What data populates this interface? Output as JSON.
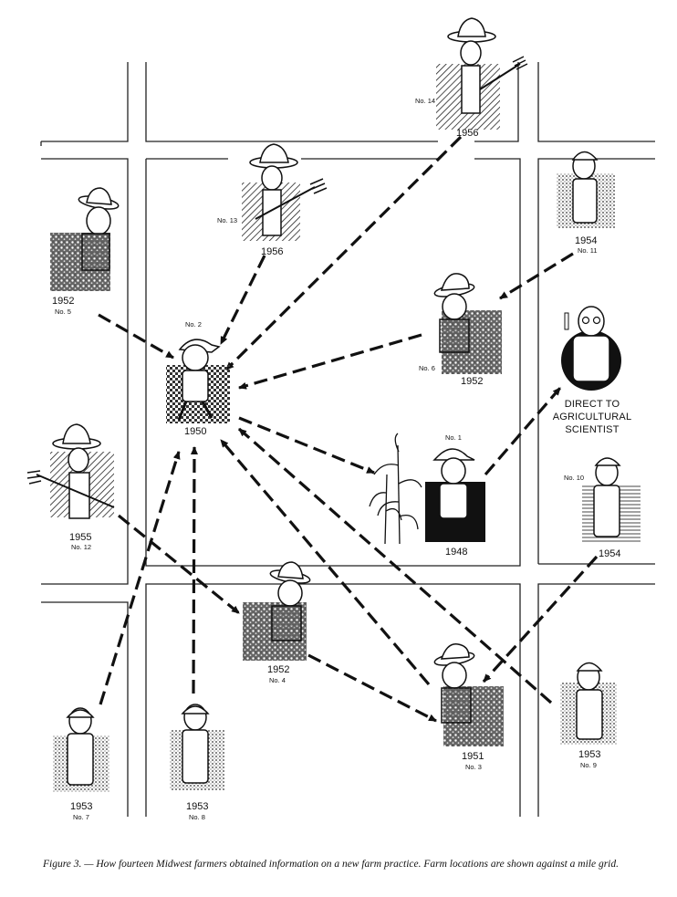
{
  "farmers": [
    {
      "id": "n14",
      "year": "1956",
      "no": "No. 14"
    },
    {
      "id": "n13",
      "year": "1956",
      "no": "No. 13"
    },
    {
      "id": "n11",
      "year": "1954",
      "no": "No. 11"
    },
    {
      "id": "n5",
      "year": "1952",
      "no": "No. 5"
    },
    {
      "id": "n2",
      "year": "1950",
      "no": "No. 2"
    },
    {
      "id": "n6",
      "year": "1952",
      "no": "No. 6"
    },
    {
      "id": "n1",
      "year": "1948",
      "no": "No. 1"
    },
    {
      "id": "n12",
      "year": "1955",
      "no": "No. 12"
    },
    {
      "id": "n10",
      "year": "1954",
      "no": "No. 10"
    },
    {
      "id": "n4",
      "year": "1952",
      "no": "No. 4"
    },
    {
      "id": "n3",
      "year": "1951",
      "no": "No. 3"
    },
    {
      "id": "n9",
      "year": "1953",
      "no": "No. 9"
    },
    {
      "id": "n7",
      "year": "1953",
      "no": "No. 7"
    },
    {
      "id": "n8",
      "year": "1953",
      "no": "No. 8"
    }
  ],
  "scientist": {
    "line1": "DIRECT TO",
    "line2": "AGRICULTURAL",
    "line3": "SCIENTIST"
  },
  "caption": "Figure 3. — How fourteen Midwest farmers obtained information on a new farm practice. Farm locations are shown against a mile grid."
}
